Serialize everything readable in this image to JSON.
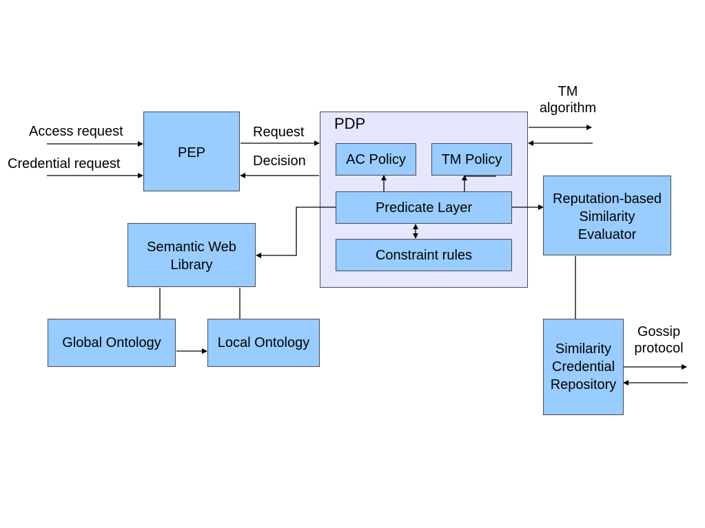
{
  "colors": {
    "component_fill": "#99ccff",
    "pdp_fill": "#e6e6ff",
    "border": "#4a4a4a",
    "line": "#000000"
  },
  "nodes": {
    "pep": "PEP",
    "pdp": "PDP",
    "ac_policy": "AC Policy",
    "tm_policy": "TM Policy",
    "predicate_layer": "Predicate Layer",
    "constraint_rules": "Constraint rules",
    "semantic_web_library": "Semantic Web\nLibrary",
    "global_ontology": "Global Ontology",
    "local_ontology": "Local Ontology",
    "reputation_evaluator": "Reputation-based\nSimilarity\nEvaluator",
    "credential_repository": "Similarity\nCredential\nRepository"
  },
  "edge_labels": {
    "access_request": "Access request",
    "credential_request": "Credential request",
    "request": "Request",
    "decision": "Decision",
    "tm_algorithm": "TM\nalgorithm",
    "gossip_protocol": "Gossip\nprotocol"
  }
}
